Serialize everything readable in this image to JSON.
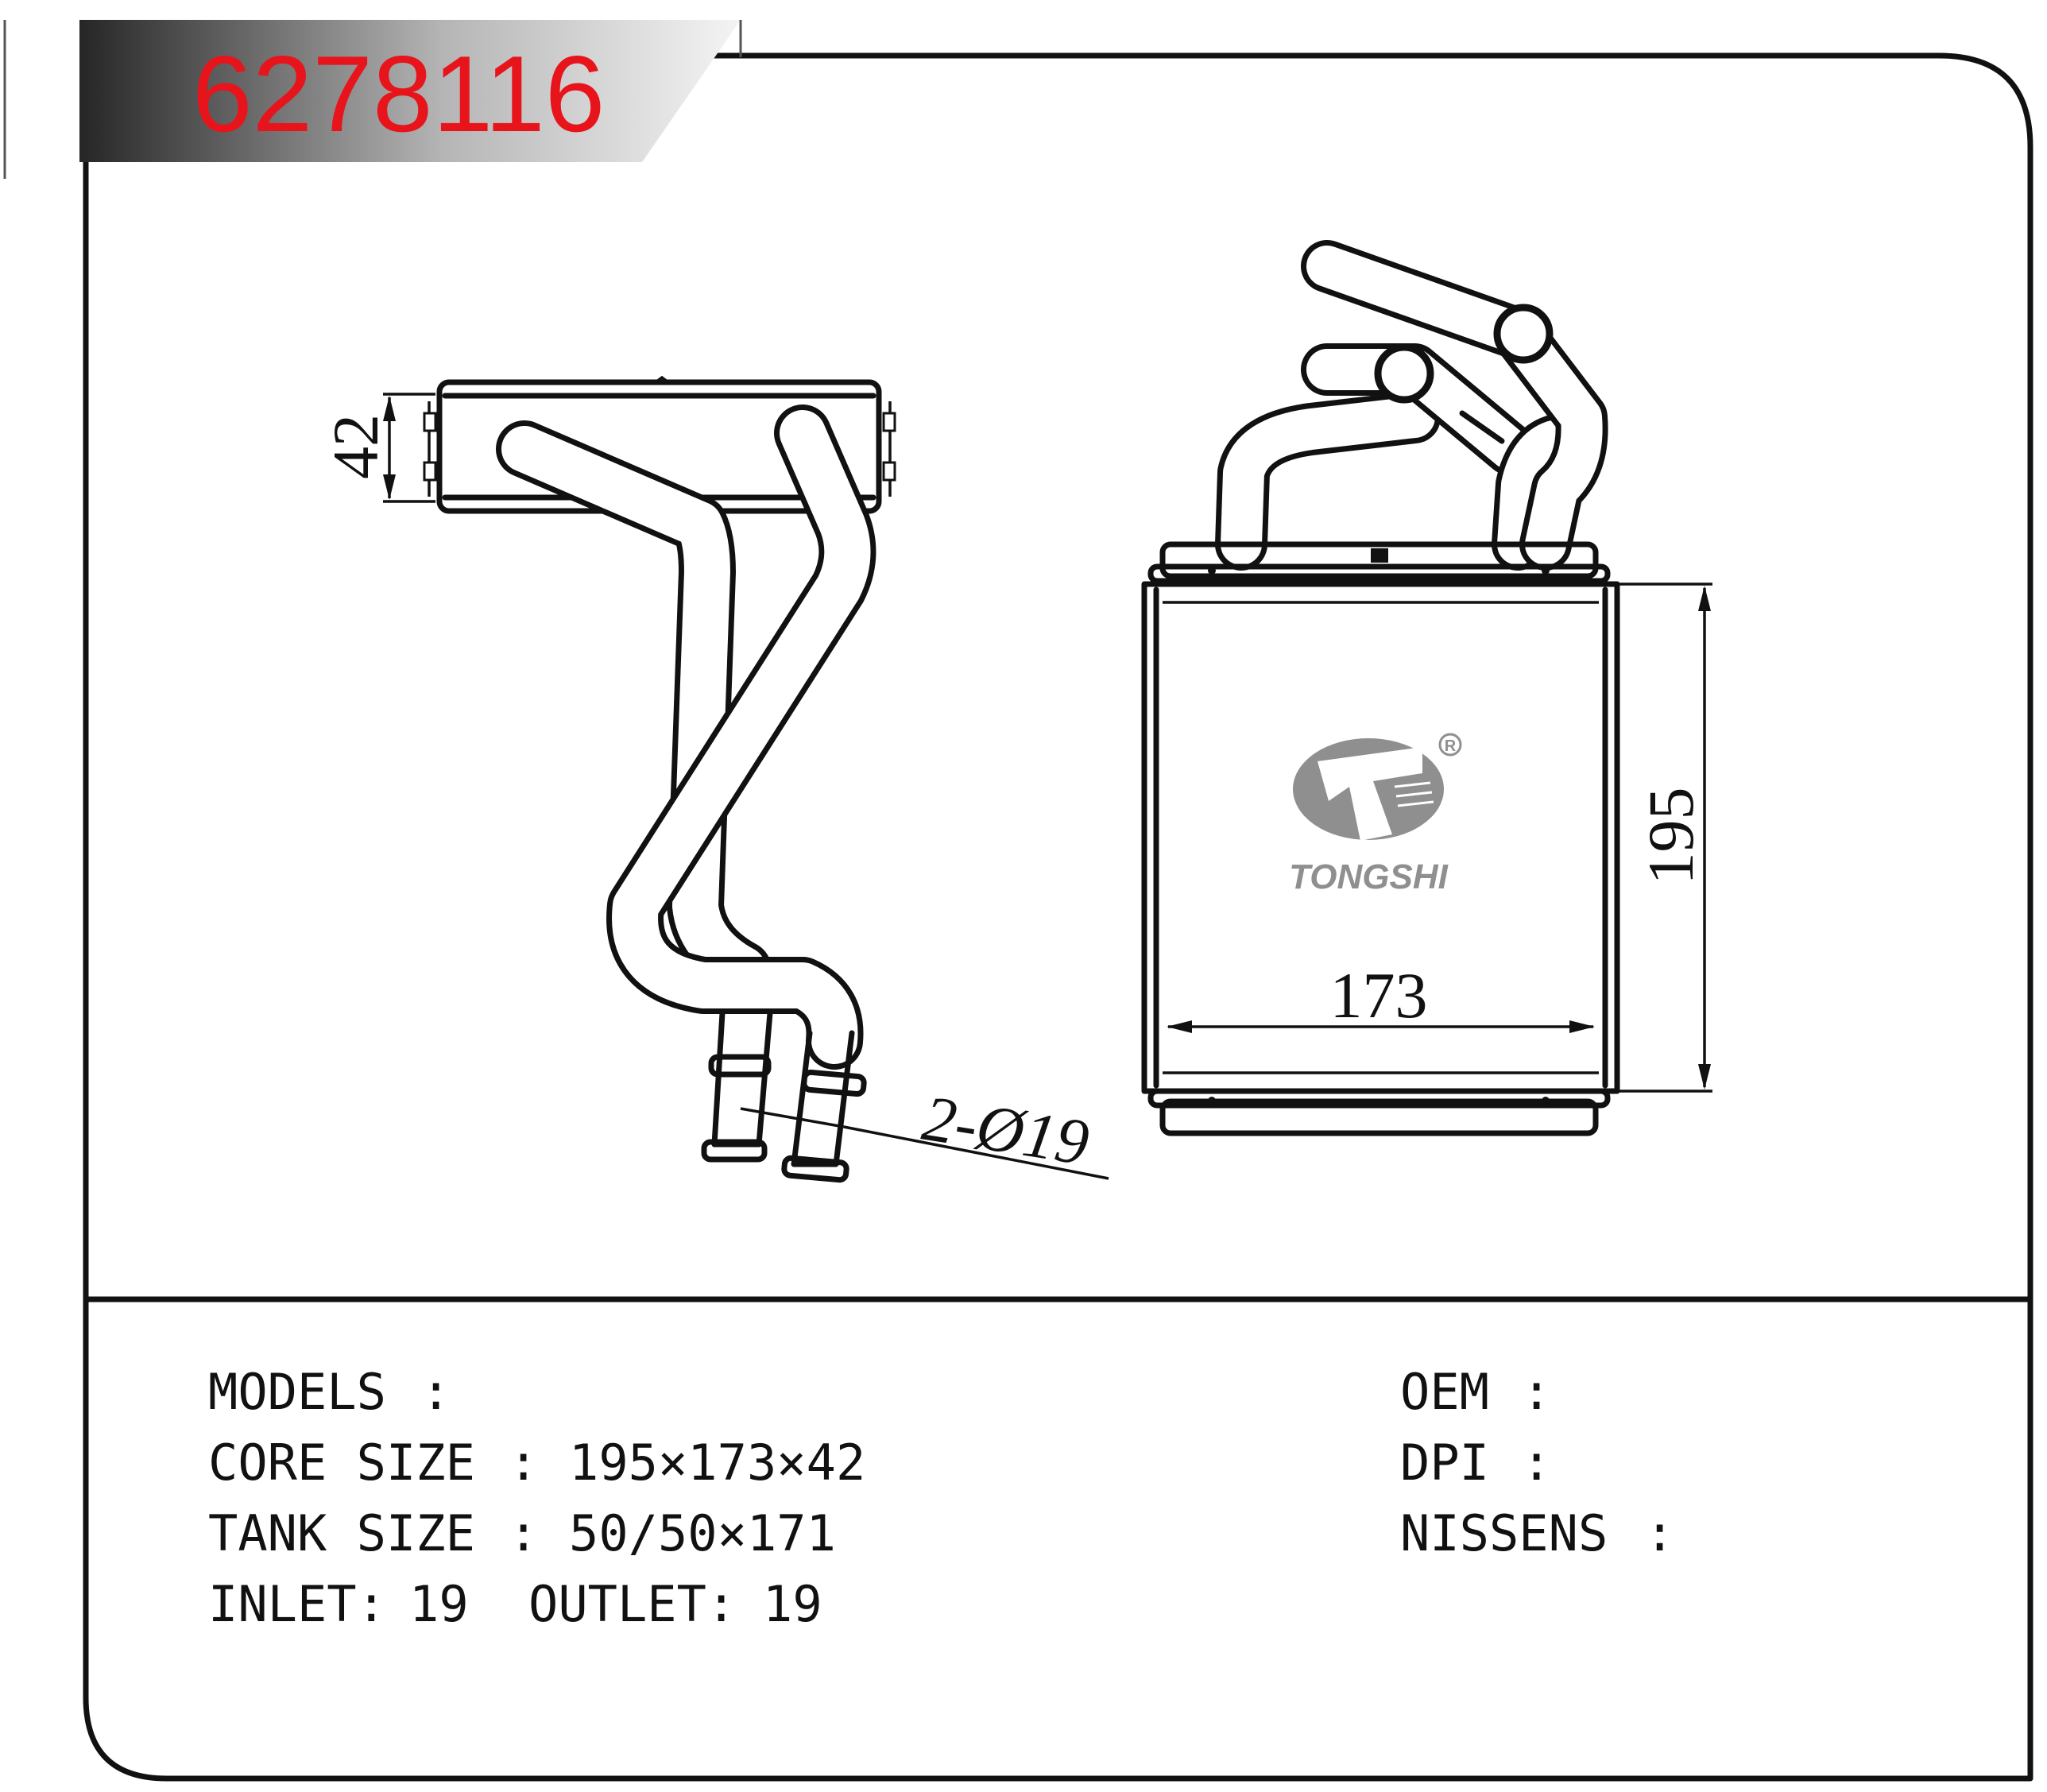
{
  "header": {
    "part_number": "6278116",
    "part_number_color": "#e8141c"
  },
  "logo": {
    "brand": "TONGSHI",
    "registered_mark": "R",
    "logo_color": "#8f8f8f",
    "icon": "tongshi-logo-icon"
  },
  "diagram": {
    "side_view_thickness_label": "42",
    "front_view_height_label": "195",
    "front_view_width_label": "173",
    "pipe_label": "2-Ø19"
  },
  "specs": {
    "models": {
      "label": "MODELS",
      "sep": ":",
      "value": ""
    },
    "core_size": {
      "label": "CORE SIZE",
      "sep": ":",
      "value": "195×173×42"
    },
    "tank_size": {
      "label": "TANK SIZE",
      "sep": ":",
      "value": "50/50×171"
    },
    "inlet": {
      "label": "INLET:",
      "value": "19"
    },
    "outlet": {
      "label": "OUTLET:",
      "value": "19"
    },
    "oem": {
      "label": "OEM",
      "sep": ":",
      "value": ""
    },
    "dpi": {
      "label": "DPI",
      "sep": ":",
      "value": ""
    },
    "nissens": {
      "label": "NISSENS",
      "sep": ":",
      "value": ""
    }
  }
}
